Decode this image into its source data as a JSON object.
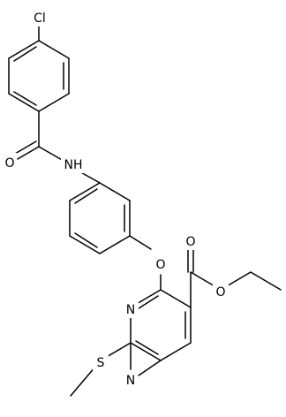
{
  "structure": {
    "atoms": {
      "chlorine": "Cl",
      "amide_oxygen": "O",
      "amide_nitrogen": "NH",
      "ether_oxygen": "O",
      "ester_carbonyl_oxygen": "O",
      "ester_alkoxy_oxygen": "O",
      "pyrimidine_n3": "N",
      "pyrimidine_n1": "N",
      "sulfur": "S"
    }
  }
}
